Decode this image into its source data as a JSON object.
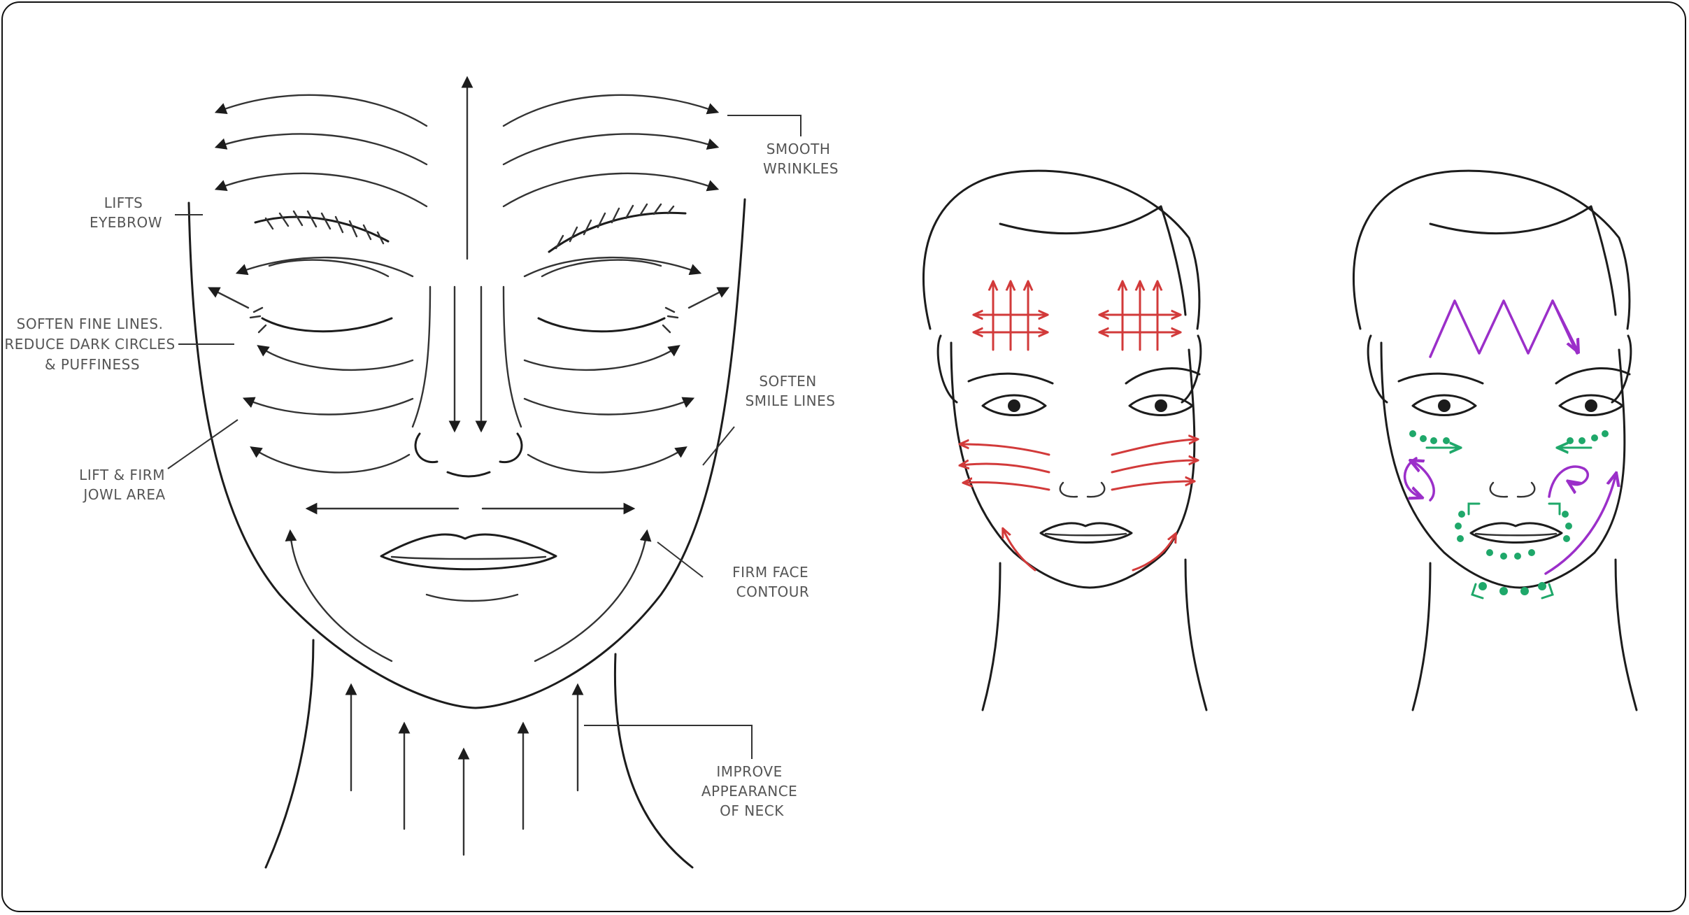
{
  "colors": {
    "outline": "#1c1c1c",
    "label": "#555555",
    "red_strokes": "#d23a3a",
    "purple_strokes": "#9b2fc9",
    "green_dots": "#1fa86a"
  },
  "diagram1": {
    "labels": {
      "smooth_wrinkles": [
        "SMOOTH",
        "WRINKLES"
      ],
      "lifts_eyebrow": [
        "LIFTS",
        "EYEBROW"
      ],
      "soften_fine_lines": [
        "SOFTEN FINE LINES.",
        "REDUCE DARK CIRCLES",
        "& PUFFINESS"
      ],
      "soften_smile_lines": [
        "SOFTEN",
        "SMILE LINES"
      ],
      "lift_firm_jowl": [
        "LIFT & FIRM",
        "JOWL AREA"
      ],
      "firm_face_contour": [
        "FIRM FACE",
        "CONTOUR"
      ],
      "improve_neck": [
        "IMPROVE",
        "APPEARANCE",
        "OF NECK"
      ]
    }
  }
}
